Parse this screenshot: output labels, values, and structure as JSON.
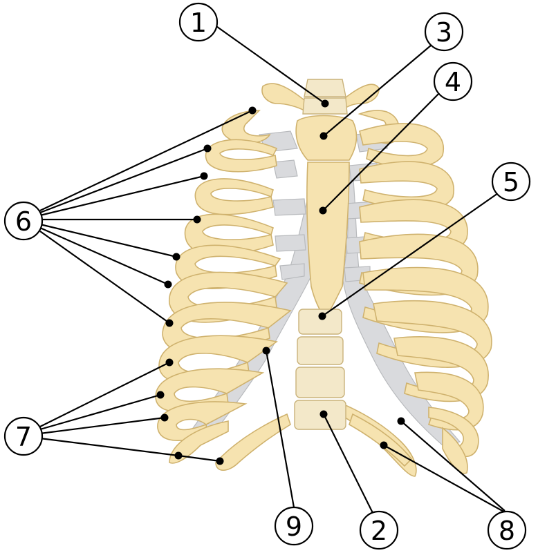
{
  "labels": {
    "clavicle_vertebra": "1",
    "lower_vertebra": "2",
    "manubrium": "3",
    "sternum_body": "4",
    "xiphoid": "5",
    "true_ribs": "6",
    "false_ribs": "7",
    "floating_ribs": "8",
    "costal_cartilage": "9"
  },
  "colors": {
    "bone": "#f6e3b0",
    "bone_outline": "#cfb26e",
    "cartilage": "#d9dadd",
    "leader": "#000000"
  }
}
